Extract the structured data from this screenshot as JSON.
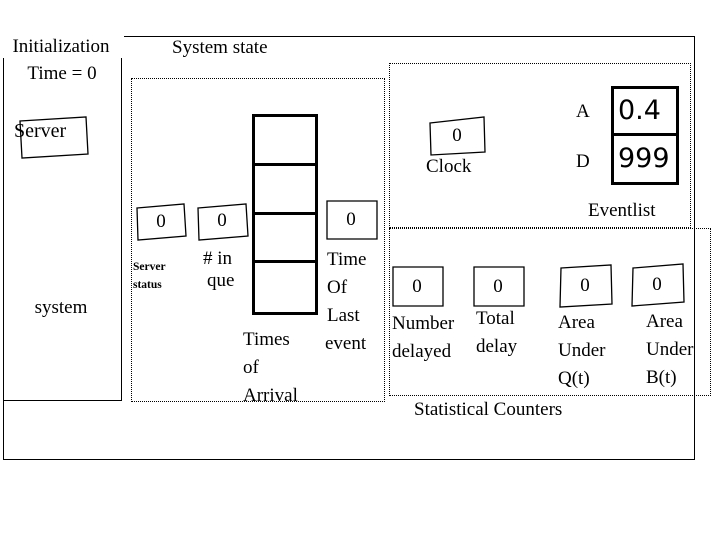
{
  "diagram": {
    "title_system_state": "System state",
    "caption_eventlist": "Eventlist",
    "caption_statistical_counters": "Statistical Counters"
  },
  "initialization": {
    "title": "Initialization",
    "time_label": "Time = 0",
    "server_box_label": "Server",
    "system_word": "system"
  },
  "system_state": {
    "server_status": {
      "value": "0",
      "label_line1": "Server",
      "label_line2": "status"
    },
    "number_in_queue": {
      "value": "0",
      "label_line1": "# in",
      "label_line2": "que"
    },
    "times_of_arrival": {
      "cells": [
        "",
        "",
        "",
        ""
      ],
      "label_line1": "Times",
      "label_line2": "of",
      "label_line3": "Arrival"
    },
    "time_of_last_event": {
      "value": "0",
      "label_line1": "Time",
      "label_line2": "Of",
      "label_line3": "Last",
      "label_line4": "event"
    }
  },
  "clock": {
    "value": "0",
    "label": "Clock"
  },
  "eventlist": {
    "rows": [
      {
        "key": "A",
        "value": "0.4"
      },
      {
        "key": "D",
        "value": "999"
      }
    ]
  },
  "statistical_counters": [
    {
      "value": "0",
      "label_line1": "Number",
      "label_line2": "delayed",
      "label_line3": ""
    },
    {
      "value": "0",
      "label_line1": "Total",
      "label_line2": "delay",
      "label_line3": ""
    },
    {
      "value": "0",
      "label_line1": "Area",
      "label_line2": "Under",
      "label_line3": "Q(t)"
    },
    {
      "value": "0",
      "label_line1": "Area",
      "label_line2": "Under",
      "label_line3": "B(t)"
    }
  ],
  "colors": {
    "ink": "#000000",
    "paper": "#ffffff"
  }
}
